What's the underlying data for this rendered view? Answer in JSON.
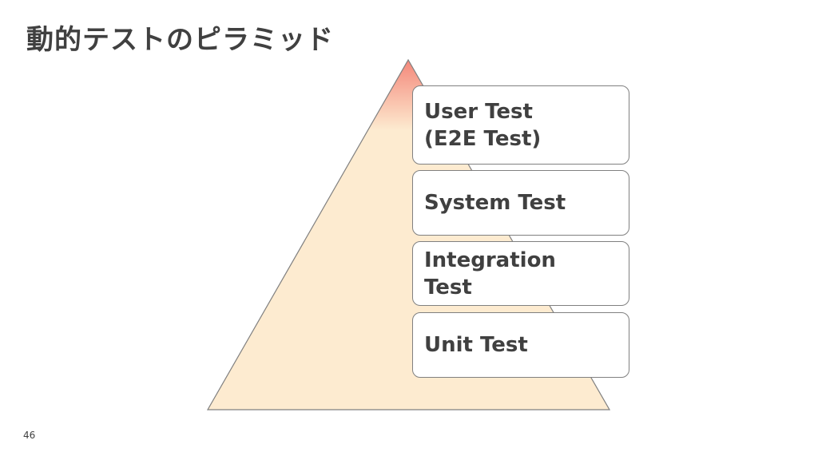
{
  "slide": {
    "title": "動的テストのピラミッド",
    "page_number": "46"
  },
  "pyramid": {
    "fill_color": "#fdebd0",
    "top_color": "#f4877a",
    "outline_color": "#808080",
    "layers": [
      {
        "label_line1": "User Test",
        "label_line2": "(E2E Test)"
      },
      {
        "label_line1": "System Test",
        "label_line2": ""
      },
      {
        "label_line1": "Integration",
        "label_line2": "Test"
      },
      {
        "label_line1": "Unit Test",
        "label_line2": ""
      }
    ]
  }
}
